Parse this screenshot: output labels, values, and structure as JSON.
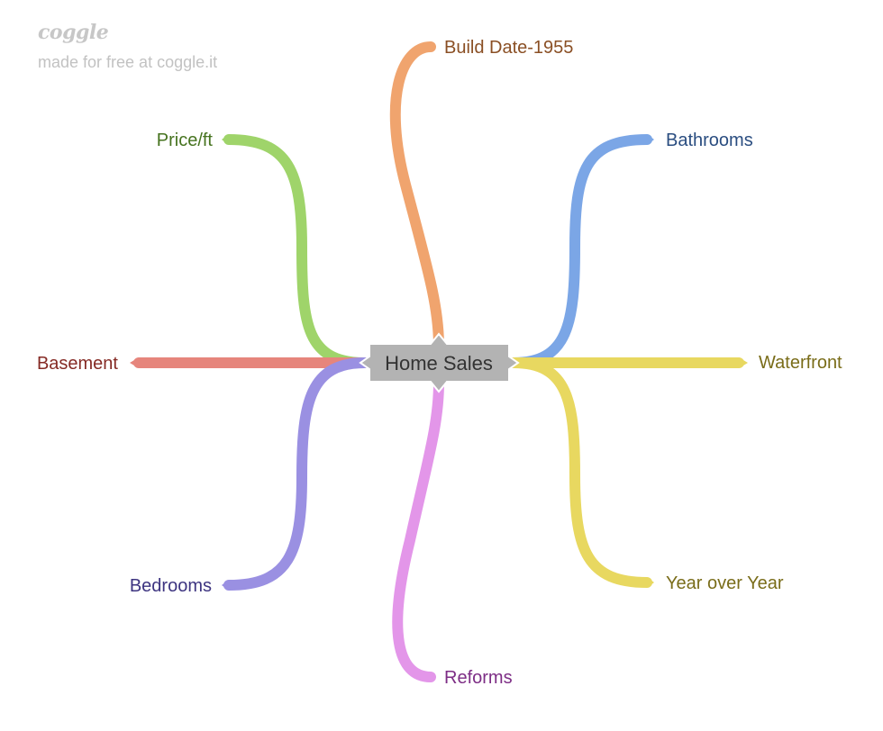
{
  "watermark": {
    "logo": "coggle",
    "tagline": "made for free at coggle.it"
  },
  "center": {
    "label": "Home Sales",
    "fill": "#b3b3b3",
    "text_color": "#333333"
  },
  "branches": {
    "build_date": {
      "label": "Build Date-1955",
      "color": "#f0a46e",
      "text_color": "#8a4f24"
    },
    "price": {
      "label": "Price/ft",
      "color": "#9fd46a",
      "text_color": "#46731f"
    },
    "bathrooms": {
      "label": "Bathrooms",
      "color": "#7ba6e6",
      "text_color": "#2a4d80"
    },
    "basement": {
      "label": "Basement",
      "color": "#e6857c",
      "text_color": "#852a24"
    },
    "waterfront": {
      "label": "Waterfront",
      "color": "#e8d860",
      "text_color": "#7a6d1a"
    },
    "bedrooms": {
      "label": "Bedrooms",
      "color": "#9a90e2",
      "text_color": "#3d3480"
    },
    "year_over_year": {
      "label": "Year over Year",
      "color": "#e8d860",
      "text_color": "#7a6d1a"
    },
    "reforms": {
      "label": "Reforms",
      "color": "#e396e9",
      "text_color": "#7d2d85"
    }
  }
}
